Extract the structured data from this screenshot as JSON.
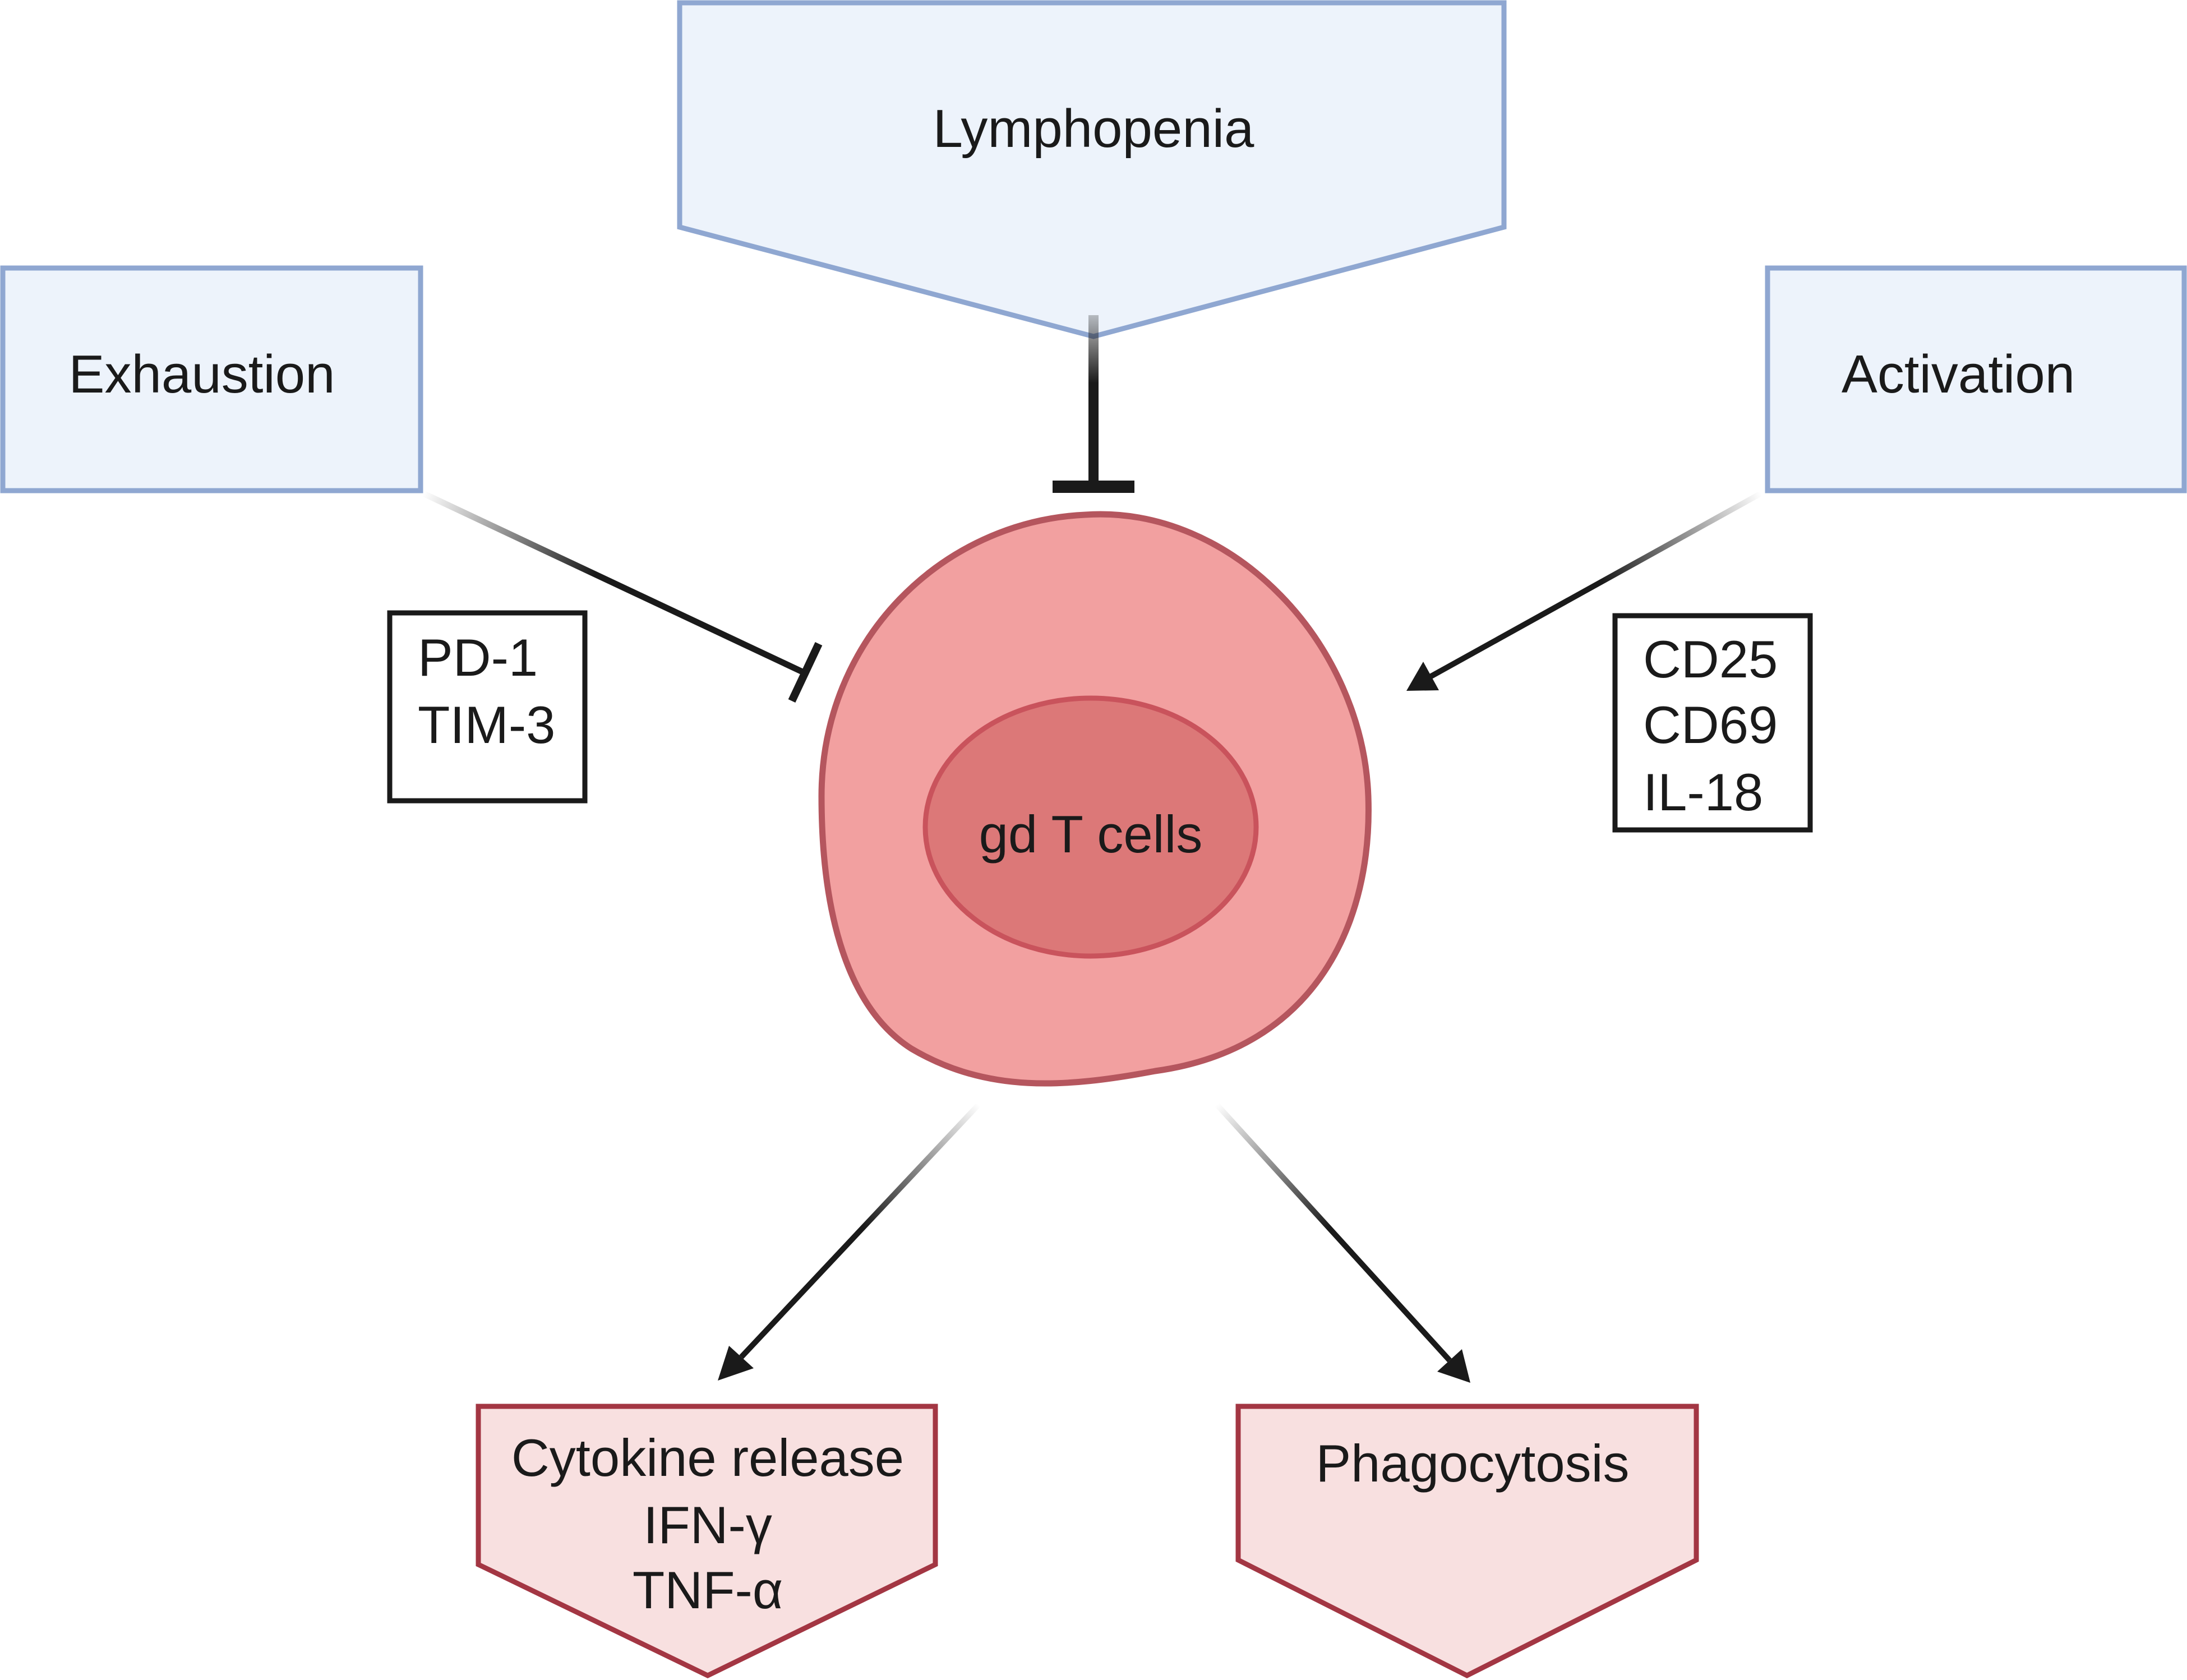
{
  "nodes": {
    "lymphopenia": "Lymphopenia",
    "exhaustion": "Exhaustion",
    "activation": "Activation",
    "cell": "gd T cells",
    "cytokine": "Cytokine release",
    "phagocytosis": "Phagocytosis"
  },
  "exhaustion_markers": [
    "PD-1",
    "TIM-3"
  ],
  "activation_markers": [
    "CD25",
    "CD69",
    "IL-18"
  ],
  "cytokines": [
    "IFN-γ",
    "TNF-α"
  ],
  "colors": {
    "input_fill": "#edf3fb",
    "input_stroke": "#8fa7d1",
    "cell_fill": "#f2a0a0",
    "cell_stroke": "#b5565e",
    "nucleus_fill": "#dc7878",
    "nucleus_stroke": "#c9535c",
    "output_fill": "#f8e0e0",
    "output_stroke": "#a33643",
    "line": "#1a1a1a"
  }
}
